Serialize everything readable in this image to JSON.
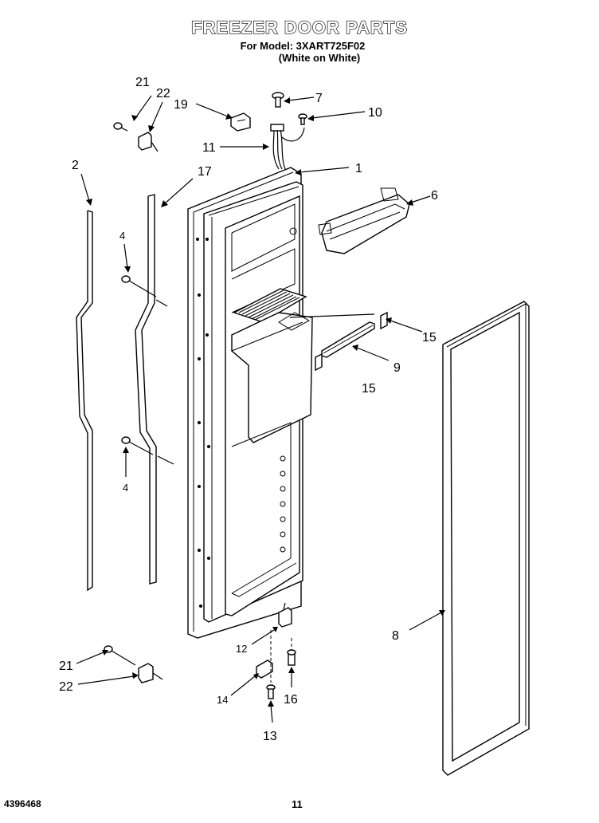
{
  "title": "FREEZER DOOR PARTS",
  "model_line": "For Model: 3XART725F02",
  "color_line": "(White on White)",
  "document_number": "4396468",
  "page_number": "11",
  "callouts": {
    "c1": "1",
    "c2": "2",
    "c4a": "4",
    "c4b": "4",
    "c6": "6",
    "c7": "7",
    "c8": "8",
    "c9": "9",
    "c10": "10",
    "c11": "11",
    "c12": "12",
    "c13": "13",
    "c14": "14",
    "c15a": "15",
    "c15b": "15",
    "c16": "16",
    "c17": "17",
    "c19": "19",
    "c21a": "21",
    "c21b": "21",
    "c22a": "22",
    "c22b": "22"
  }
}
